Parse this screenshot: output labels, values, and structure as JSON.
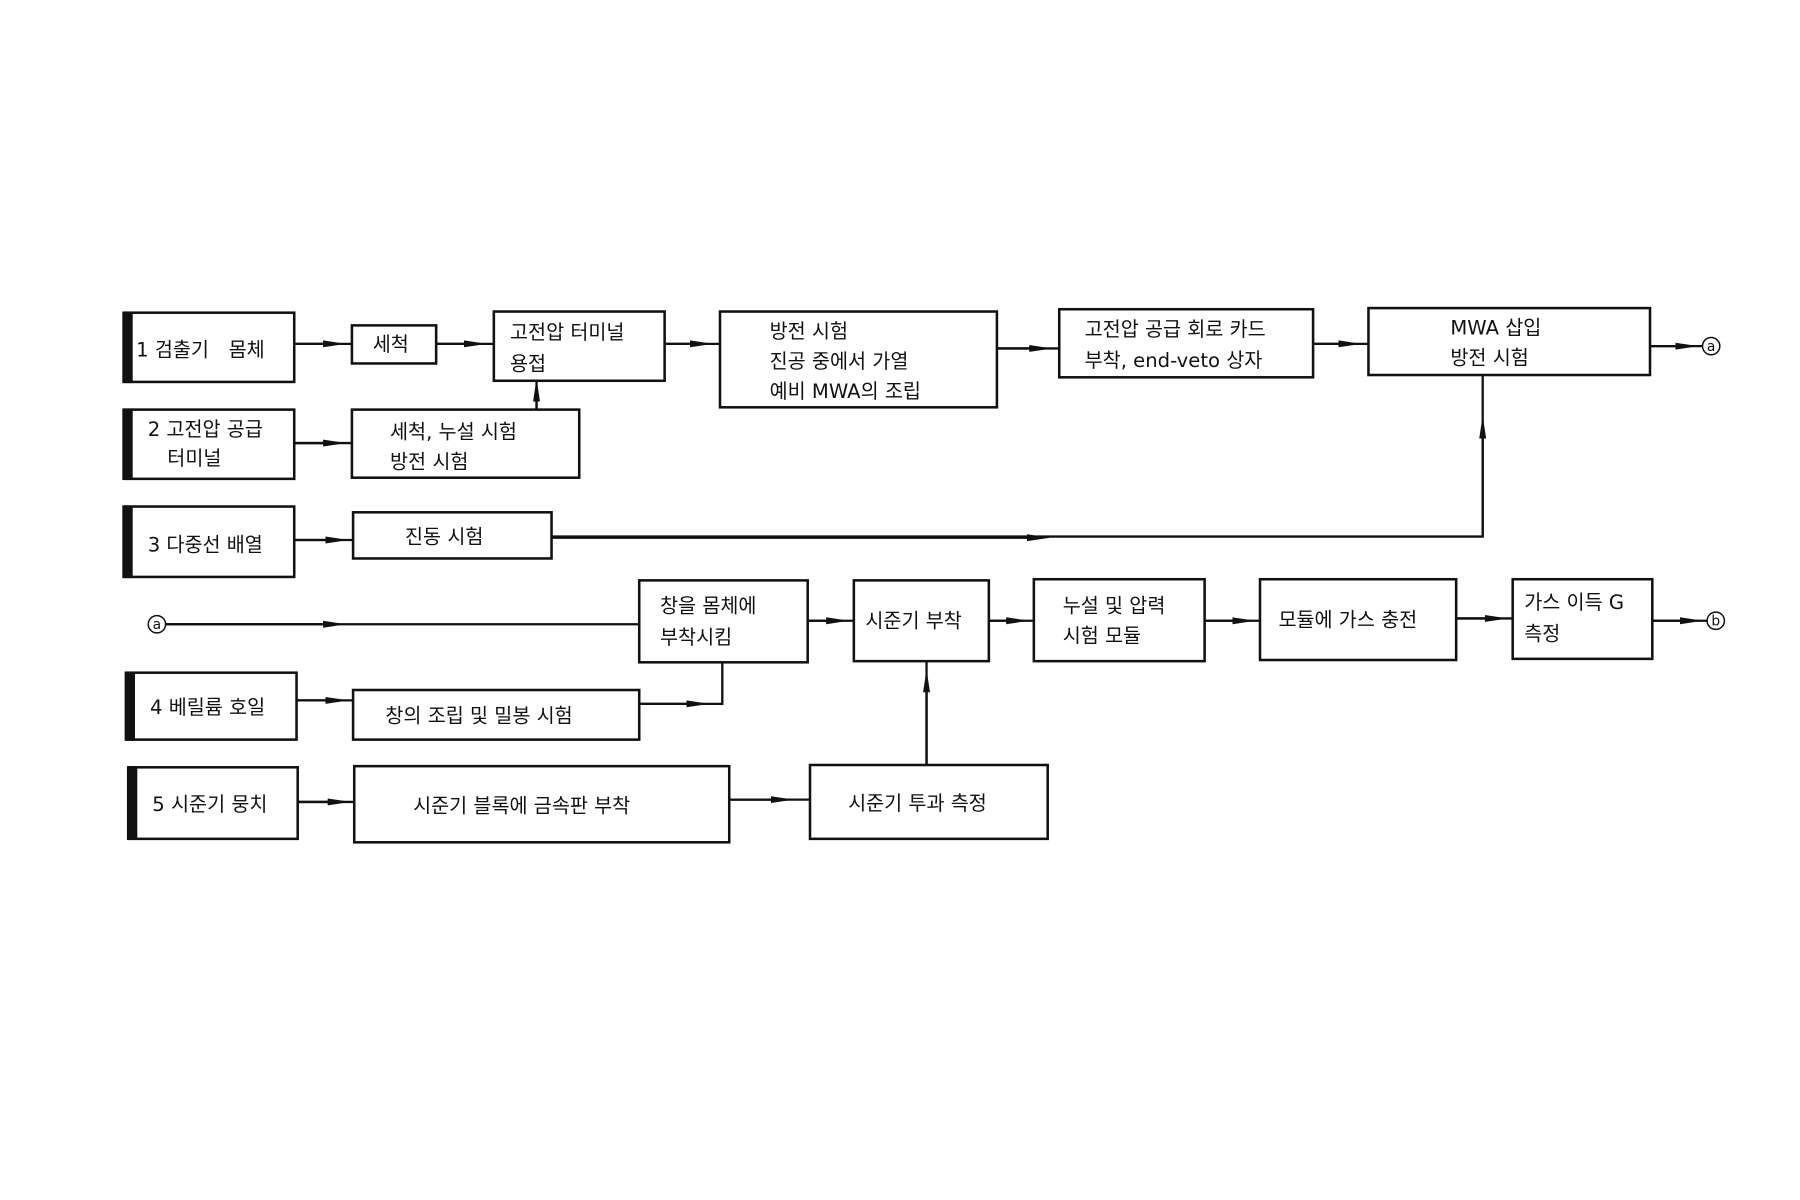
{
  "sources": [
    {
      "lines": [
        "1 검출기　몸체"
      ]
    },
    {
      "lines": [
        "2 고전압 공급",
        "터미널"
      ]
    },
    {
      "lines": [
        "3 다중선 배열"
      ]
    },
    {
      "lines": [
        "4 베릴륨 호일"
      ]
    },
    {
      "lines": [
        "5 시준기 뭉치"
      ]
    }
  ],
  "steps": {
    "clean": [
      "세척"
    ],
    "hv_weld": [
      "고전압 터미널",
      "용접"
    ],
    "clean_leak": [
      "세척, 누설 시험",
      "방전 시험"
    ],
    "discharge_bake": [
      "방전 시험",
      "진공 중에서 가열",
      "예비 MWA의 조립"
    ],
    "hv_card": [
      "고전압 공급 회로 카드",
      "부착, end-veto 상자"
    ],
    "mwa_insert": [
      "MWA 삽입",
      "방전 시험"
    ],
    "vibration": [
      "진동 시험"
    ],
    "window_attach": [
      "창을 몸체에",
      "부착시킴"
    ],
    "window_seal": [
      "창의 조립 및 밀봉 시험"
    ],
    "collimator_attach": [
      "시준기 부착"
    ],
    "leak_pressure": [
      "누설 및 압력",
      "시험 모듈"
    ],
    "gas_fill": [
      "모듈에 가스 충전"
    ],
    "gain_measure": [
      "가스 이득 G",
      "측정"
    ],
    "foil_attach": [
      "시준기 블록에 금속판 부착"
    ],
    "transmission": [
      "시준기 투과 측정"
    ]
  },
  "connectors": {
    "a": "a",
    "b": "b"
  }
}
